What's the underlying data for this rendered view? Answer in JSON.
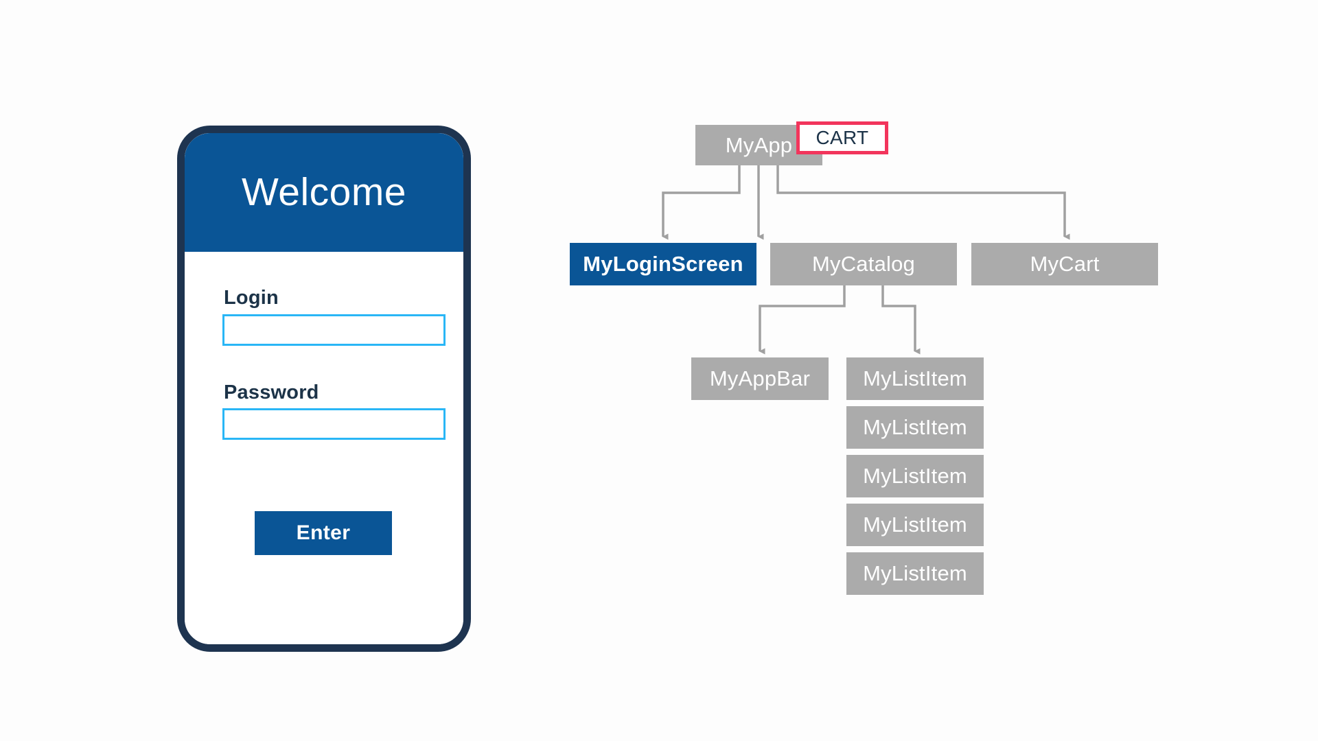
{
  "colors": {
    "brand_blue": "#0a5596",
    "phone_frame": "#1e3450",
    "input_border": "#29b6f6",
    "node_gray": "#ababab",
    "badge_red": "#f2355c",
    "text_dark": "#1c3348",
    "connector_gray": "#a0a0a0",
    "background": "#fdfdfd"
  },
  "phone": {
    "header": {
      "title": "Welcome"
    },
    "form": {
      "login": {
        "label": "Login",
        "value": "",
        "placeholder": ""
      },
      "password": {
        "label": "Password",
        "value": "",
        "placeholder": ""
      },
      "submit": {
        "label": "Enter"
      }
    }
  },
  "widget_tree": {
    "root": {
      "label": "MyApp",
      "badge": {
        "label": "CART"
      }
    },
    "level2": [
      {
        "label": "MyLoginScreen",
        "highlighted": true
      },
      {
        "label": "MyCatalog",
        "highlighted": false
      },
      {
        "label": "MyCart",
        "highlighted": false
      }
    ],
    "level3": [
      {
        "label": "MyAppBar",
        "highlighted": false
      },
      {
        "label": "MyListItem",
        "highlighted": false
      },
      {
        "label": "MyListItem",
        "highlighted": false
      },
      {
        "label": "MyListItem",
        "highlighted": false
      },
      {
        "label": "MyListItem",
        "highlighted": false
      },
      {
        "label": "MyListItem",
        "highlighted": false
      }
    ]
  }
}
